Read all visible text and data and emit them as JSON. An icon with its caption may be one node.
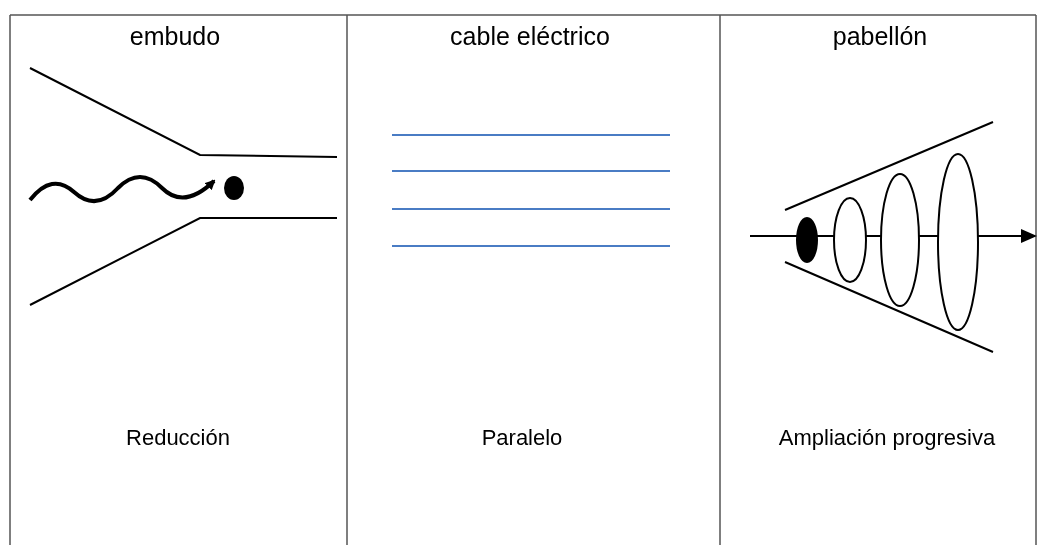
{
  "diagram": {
    "labels": [
      "embudo",
      "cable eléctrico",
      "pabellón",
      "Reducción",
      "Paralelo",
      "Ampliación progresiva"
    ]
  }
}
